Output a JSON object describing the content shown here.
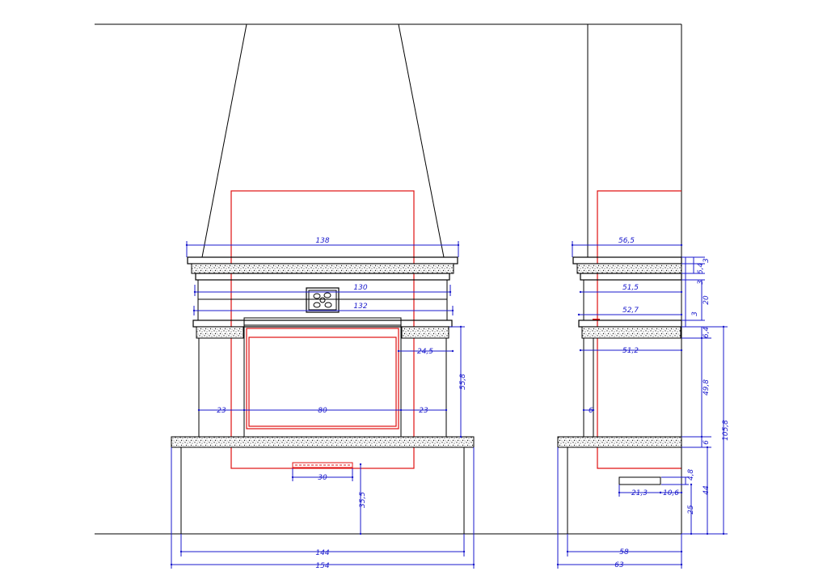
{
  "dimensions": {
    "front": {
      "hood_top_width": "138",
      "upper_band_width": "130",
      "lower_band_width": "132",
      "opening_right_margin": "24,5",
      "opening_height": "55,8",
      "left_jamb": "23",
      "opening_width": "80",
      "right_jamb": "23",
      "vent_width": "30",
      "base_height": "35,5",
      "base_inner_width": "144",
      "base_outer_width": "154"
    },
    "side": {
      "hood_top_depth": "56,5",
      "upper_band_depth": "51,5",
      "lower_band_depth": "52,7",
      "shelf_depth": "51,2",
      "jamb": "6",
      "cap_height_a": "3",
      "cap_height_b": "6,4",
      "cap_gap": "3",
      "frieze_height": "20",
      "band_gap": "3",
      "shelf_height": "6,4",
      "jamb_height": "49,8",
      "hearth_height": "6",
      "overall_height": "105,8",
      "vent_height": "4,8",
      "vent_width": "21,3",
      "vent_offset": "10,6",
      "base_height_a": "44",
      "base_height_b": "25",
      "base_inner_depth": "58",
      "base_outer_depth": "63"
    }
  },
  "colors": {
    "outline": "#000000",
    "firebox": "#e01010",
    "dimension": "#1a1acc"
  }
}
